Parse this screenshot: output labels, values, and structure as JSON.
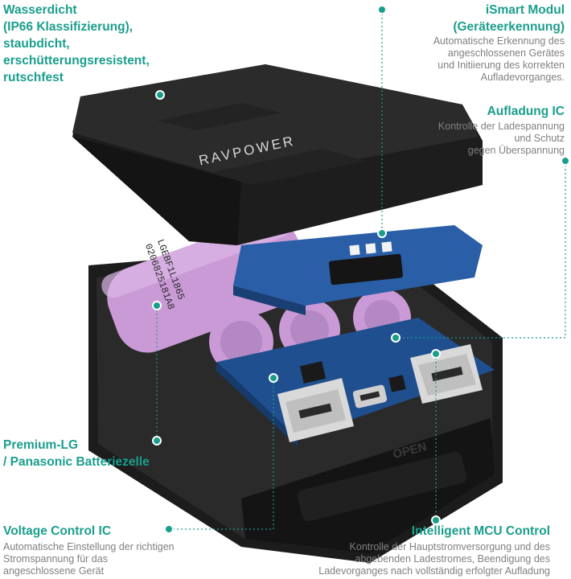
{
  "colors": {
    "accent": "#1a9e8c",
    "description": "#808080",
    "battery": "#c99ad6",
    "pcb": "#1f4f8f",
    "case": "#1c1c1c"
  },
  "product": {
    "brand_logo": "RAVPOWER",
    "case_label": "OPEN"
  },
  "battery_print": {
    "line1": "LGEBF1L1865",
    "line2": "0206825181A8"
  },
  "callouts": {
    "waterproof": {
      "title": "Wasserdicht\n(IP66 Klassifizierung),\nstaubdicht,\nerschütterungsresistent,\nrutschfest"
    },
    "ismart": {
      "title": "iSmart Modul\n(Geräteerkennung)",
      "description": "Automatische Erkennung des\nangeschlossenen Gerätes\nund Initiierung des korrekten\nAufladevorganges."
    },
    "charging_ic": {
      "title": "Aufladung IC",
      "description": "Kontrolle der Ladespannung\nund Schutz\ngegen Überspannung"
    },
    "battery_cells": {
      "title": "Premium-LG\n/ Panasonic Batteriezelle"
    },
    "voltage_ic": {
      "title": "Voltage Control IC",
      "description": "Automatische Einstellung der richtigen\nStromspannung für das\nangeschlossene Gerät"
    },
    "mcu": {
      "title": "Intelligent MCU Control",
      "description": "Kontrolle der Hauptstromversorgung und des\nabgebenden Ladestromes, Beendigung des\nLadevorganges nach vollständig erfolgter Aufladung"
    }
  }
}
